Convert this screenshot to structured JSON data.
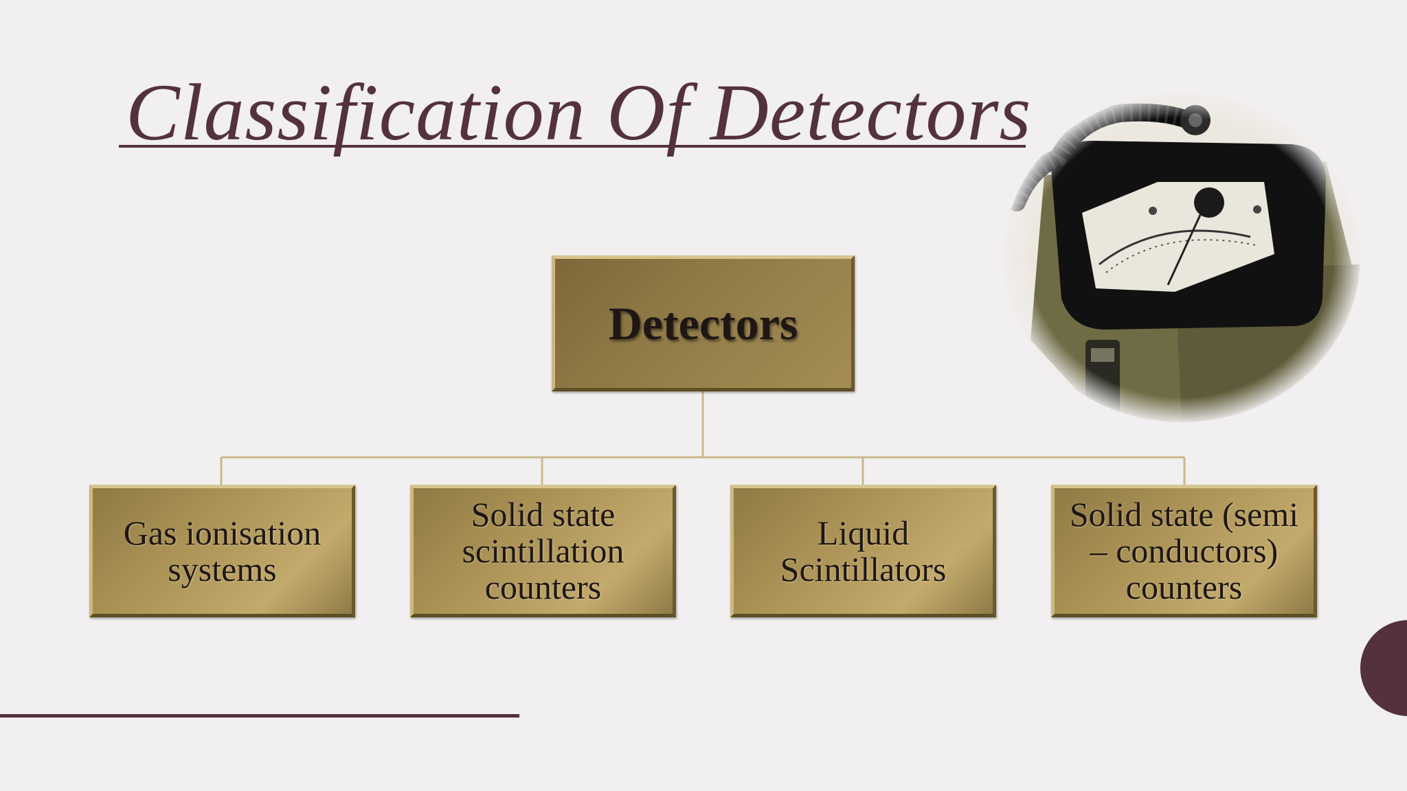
{
  "title": "Classification Of Detectors",
  "diagram": {
    "root": "Detectors",
    "children": [
      "Gas ionisation systems",
      "Solid state scintillation counters",
      "Liquid Scintillators",
      "Solid state (semi – conductors) counters"
    ]
  },
  "colors": {
    "accent": "#54313e",
    "box_gold": "#b09a5e",
    "connector": "#c9b98a",
    "background": "#f1efef"
  },
  "image": {
    "icon": "radiation-survey-meter-photo"
  }
}
